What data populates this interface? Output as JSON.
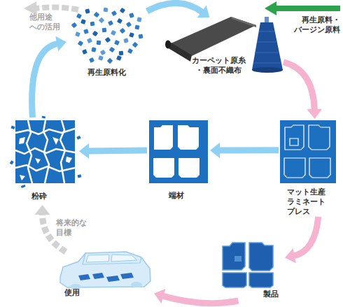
{
  "diagram": {
    "nodes": [
      {
        "text": [
          "再生原料化"
        ]
      },
      {
        "text": [
          "カーペット原糸 ・裏面不織布"
        ]
      },
      {
        "text": [
          "マット生産 ラミネート プレス"
        ]
      },
      {
        "text": [
          "製品"
        ]
      },
      {
        "text": [
          "使用"
        ]
      },
      {
        "text": [
          "粉砕"
        ]
      },
      {
        "text": [
          "端材"
        ]
      }
    ],
    "edges": [
      {
        "from": 0,
        "to": 1,
        "arrow": "to"
      },
      {
        "from": 1,
        "to": 2,
        "arrow": "to"
      },
      {
        "from": 2,
        "to": 3,
        "arrow": "to"
      },
      {
        "from": 3,
        "to": 4,
        "arrow": "to"
      },
      {
        "from": 4,
        "to": 5,
        "arrow": "to",
        "label": "将来的な 目標"
      },
      {
        "from": 2,
        "to": 6,
        "arrow": "to"
      },
      {
        "from": 6,
        "to": 5,
        "arrow": "to"
      },
      {
        "from": 5,
        "to": 0,
        "arrow": "to"
      }
    ],
    "labels": [
      "他用途 への活用",
      "再生原料・ バージン原料"
    ]
  }
}
